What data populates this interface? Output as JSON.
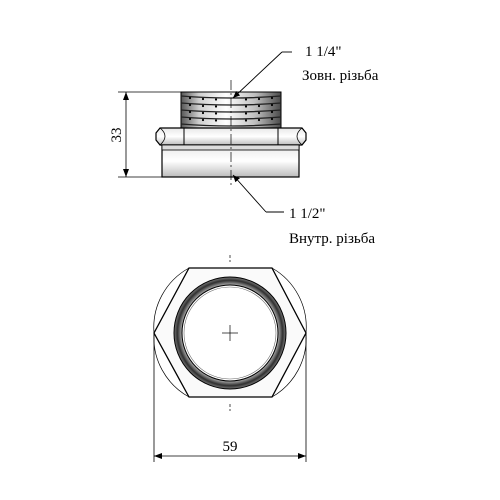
{
  "callouts": {
    "top": {
      "size": "1 1/4\"",
      "description": "Зовн. різьба"
    },
    "bottom": {
      "size": "1 1/2\"",
      "description": "Внутр. різьба"
    }
  },
  "dimensions": {
    "height": "33",
    "width": "59"
  },
  "colors": {
    "line": "#000000",
    "shade_dark": "#3a3a3a",
    "shade_mid": "#9a9a9a",
    "shade_light": "#f2f2f2"
  }
}
